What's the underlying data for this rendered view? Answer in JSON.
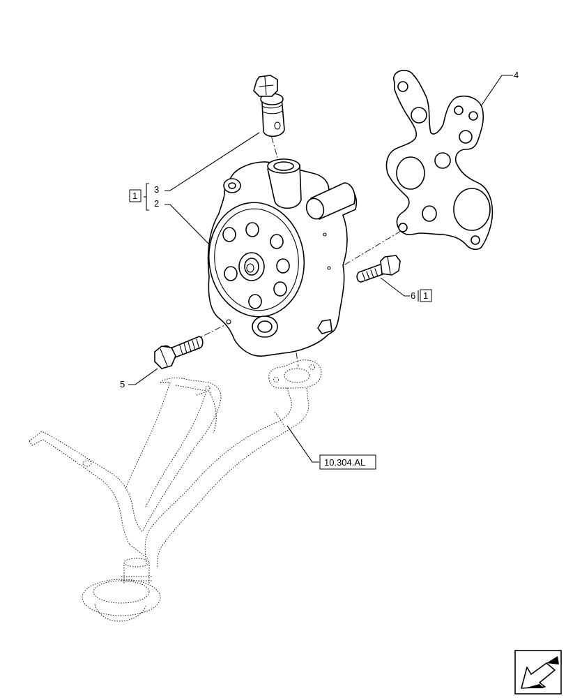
{
  "callouts": {
    "item_3": "3",
    "item_2": "2",
    "item_4": "4",
    "item_5": "5",
    "item_6": "6",
    "qty_left": "1",
    "qty_right": "1",
    "ref_section": "10.304.AL"
  },
  "icons": {
    "nav_arrow": "arrow-icon"
  }
}
